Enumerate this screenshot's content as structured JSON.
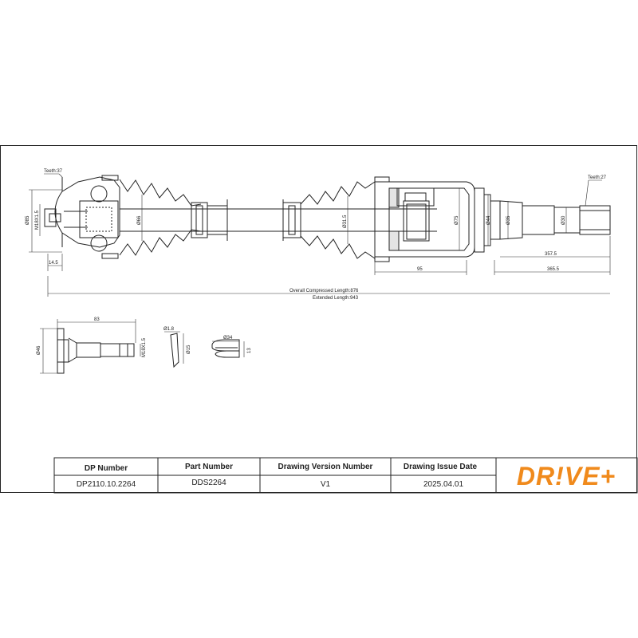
{
  "drawing": {
    "labels": {
      "teeth_left": "Teeth:37",
      "teeth_right": "Teeth:27",
      "d_left_cv": "Ø85",
      "thread": "M18X1.5",
      "d_boot_left": "Ø66",
      "w_14_5": "14.5",
      "d_shaft_mid": "Ø31.5",
      "d_housing": "Ø75",
      "d_44": "Ø44",
      "d_35": "Ø35",
      "d_30": "Ø30",
      "len_95": "95",
      "len_357_5": "357.5",
      "len_365_5": "365.5",
      "overall_compressed": "Overall Compressed Length:876",
      "extended": "Extended Length:943"
    },
    "details": {
      "bolt_length": "83",
      "bolt_head_d": "Ø46",
      "bolt_thread": "M18X1.5",
      "ring_thickness": "Ø1.8",
      "ring_d": "Ø15",
      "clip_d": "Ø34",
      "clip_h": "13"
    }
  },
  "title_block": {
    "headers": [
      "DP Number",
      "Part Number",
      "Drawing Version Number",
      "Drawing Issue Date"
    ],
    "values": [
      "DP2110.10.2264",
      "DDS2264",
      "V1",
      "2025.04.01"
    ],
    "logo_text": "DR!VE+",
    "brand_color": "#f08a1c"
  }
}
